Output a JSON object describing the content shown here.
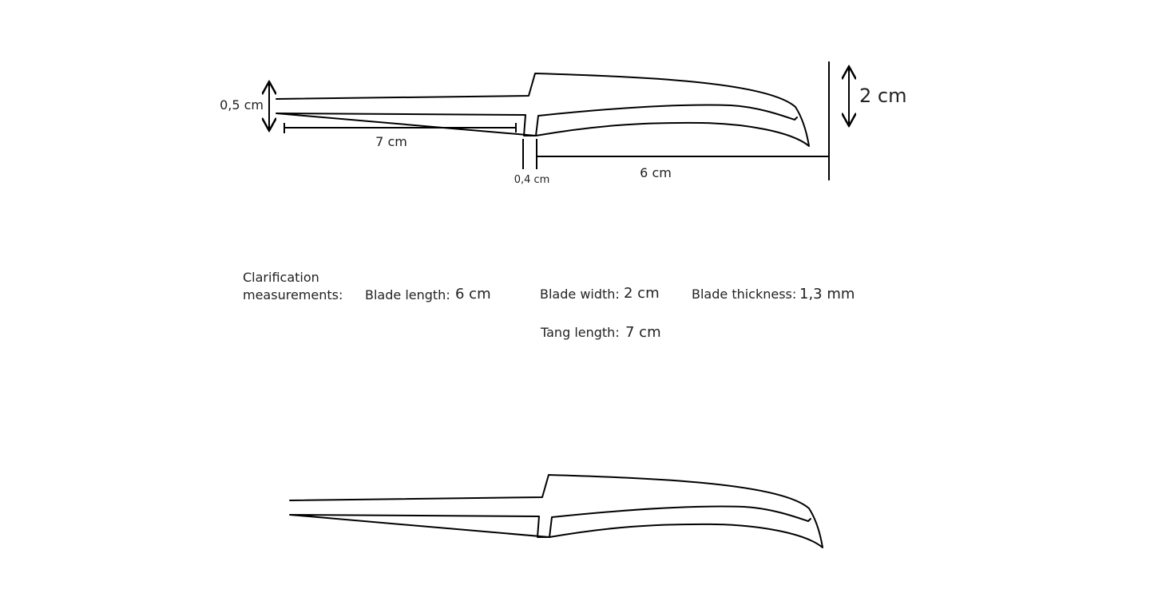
{
  "colors": {
    "stroke": "#000000",
    "text": "#222222",
    "background": "#ffffff"
  },
  "diagram": {
    "dimensions": {
      "tang_height": "0,5 cm",
      "tang_length": "7 cm",
      "gap_width": "0,4 cm",
      "blade_length": "6 cm",
      "blade_width": "2 cm"
    }
  },
  "clarification": {
    "heading": "Clarification measurements:",
    "blade_length_label": "Blade length:",
    "blade_length_value": "6 cm",
    "blade_width_label": "Blade width:",
    "blade_width_value": "2 cm",
    "blade_thickness_label": "Blade thickness:",
    "blade_thickness_value": "1,3 mm",
    "tang_length_label": "Tang length:",
    "tang_length_value": "7 cm"
  }
}
